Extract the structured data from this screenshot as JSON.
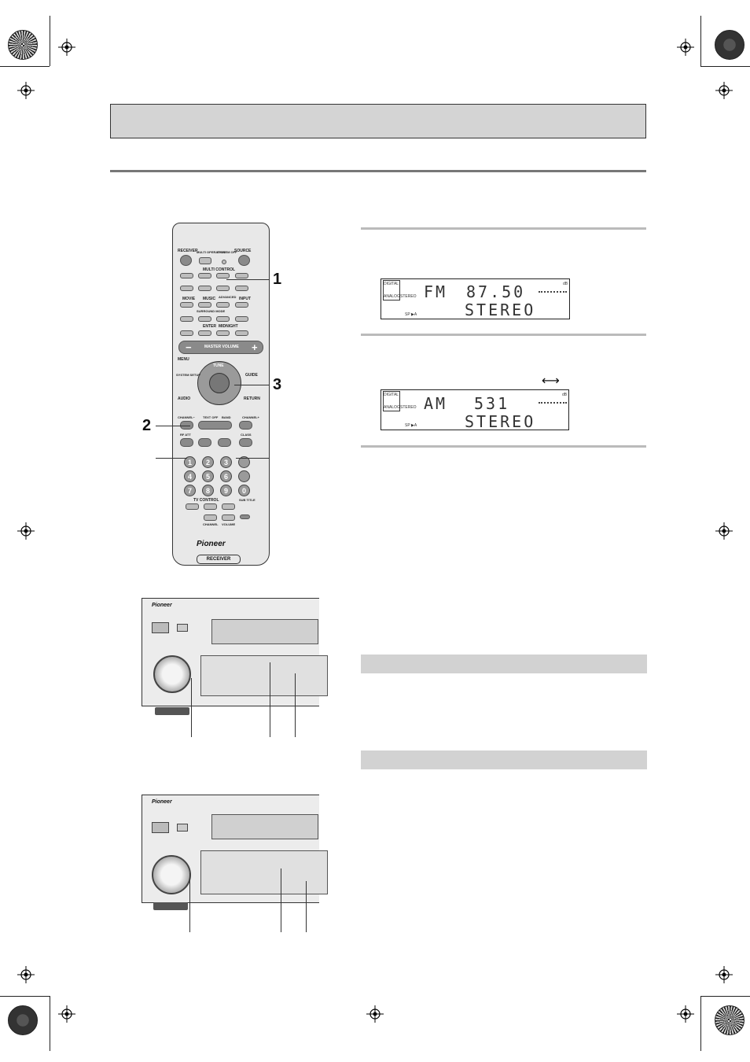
{
  "callouts": {
    "c1": "1",
    "c2": "2",
    "c3": "3"
  },
  "display_fm": {
    "indicator_top": "DIGITAL",
    "indicator_bottom": "ANALOG",
    "stereo_label": "STEREO",
    "band": "FM",
    "frequency": "87.50",
    "line2": "STEREO",
    "speaker": "SP ▶A",
    "unit": "dB"
  },
  "display_am": {
    "indicator_top": "DIGITAL",
    "indicator_bottom": "ANALOG",
    "stereo_label": "STEREO",
    "band": "AM",
    "frequency": "531",
    "line2": "STEREO",
    "speaker": "SP ▶A",
    "unit": "dB"
  },
  "arrow_symbol": "⟷",
  "remote": {
    "receiver": "RECEIVER",
    "multi_operation": "MULTI OPERATION",
    "system_off": "SYSTEM OFF",
    "source": "SOURCE",
    "multi_control": "MULTI CONTROL",
    "movie": "MOVIE",
    "music": "MUSIC",
    "advanced": "ADVANCED",
    "input": "INPUT",
    "surround_mode": "SURROUND MODE",
    "enter": "ENTER",
    "midnight": "MIDNIGHT",
    "master_volume": "MASTER VOLUME",
    "minus": "−",
    "plus": "+",
    "menu": "MENU",
    "tune": "TUNE",
    "guide": "GUIDE",
    "system_setup": "SYSTEM SETUP",
    "audio": "AUDIO",
    "return": "RETURN",
    "channel_minus": "CHANNEL−",
    "text_off": "TEXT OFF",
    "band": "BAND",
    "channel_plus": "CHANNEL+",
    "rf_att": "RF ATT",
    "class": "CLASS",
    "tv_control": "TV CONTROL",
    "sub_title": "SUB TITLE",
    "channel": "CHANNEL",
    "volume": "VOLUME",
    "brand": "Pioneer",
    "model": "RECEIVER",
    "digits": [
      "1",
      "2",
      "3",
      "4",
      "5",
      "6",
      "7",
      "8",
      "9",
      "0"
    ]
  },
  "front_panel_brand": "Pioneer"
}
